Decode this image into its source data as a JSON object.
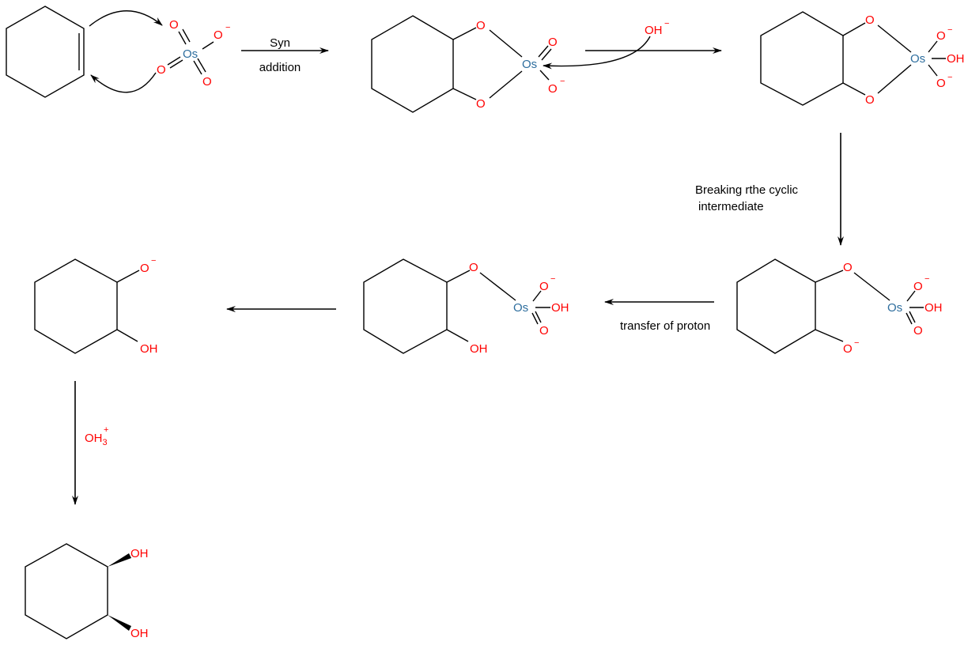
{
  "title": "Syn dihydroxylation of cyclohexene with OsO4",
  "atoms": {
    "oxygen": "O",
    "osmium": "Os",
    "hydroxyl": "OH",
    "hydroxide": "OH",
    "hydronium": "OH",
    "hydronium_sub": "3",
    "minus": "−",
    "plus": "+"
  },
  "steps": {
    "step1_line1": "Syn",
    "step1_line2": "addition",
    "step3_line1": "Breaking rthe cyclic",
    "step3_line2": "intermediate",
    "step4": "transfer of proton"
  },
  "colors": {
    "oxygen": "#ff0000",
    "osmium": "#2e6e9e"
  }
}
